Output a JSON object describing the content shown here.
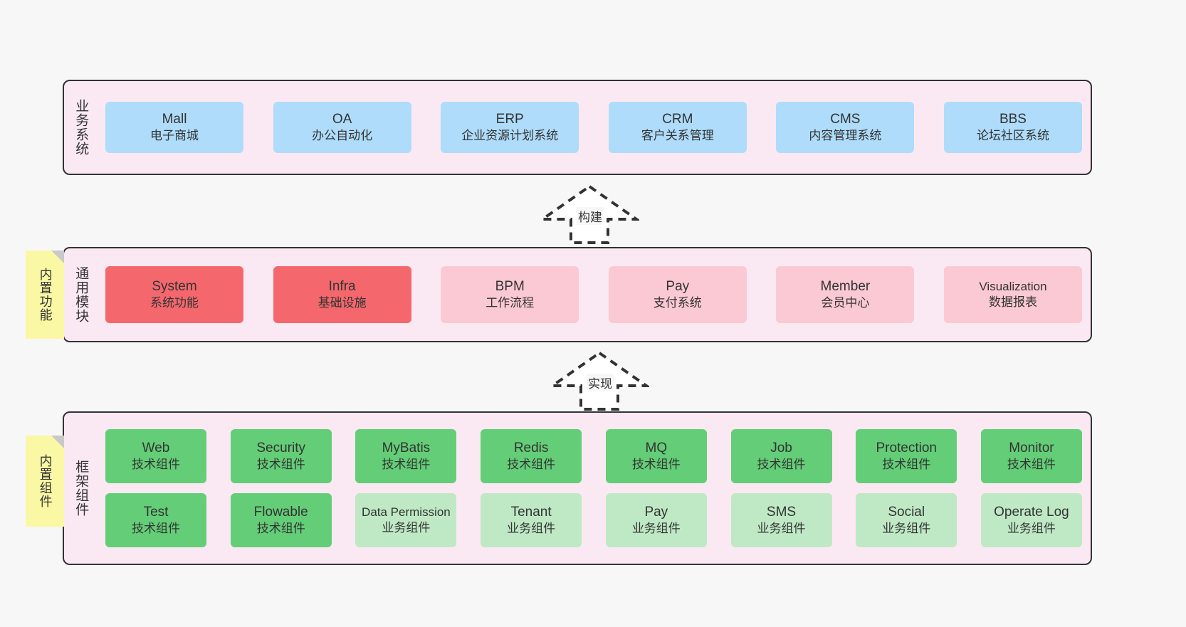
{
  "layers": {
    "business": {
      "label": "业务系统",
      "items": [
        {
          "name": "Mall",
          "desc": "电子商城"
        },
        {
          "name": "OA",
          "desc": "办公自动化"
        },
        {
          "name": "ERP",
          "desc": "企业资源计划系统"
        },
        {
          "name": "CRM",
          "desc": "客户关系管理"
        },
        {
          "name": "CMS",
          "desc": "内容管理系统"
        },
        {
          "name": "BBS",
          "desc": "论坛社区系统"
        }
      ]
    },
    "modules": {
      "label": "通用模块",
      "tag": "内置功能",
      "items": [
        {
          "name": "System",
          "desc": "系统功能",
          "tone": "strong"
        },
        {
          "name": "Infra",
          "desc": "基础设施",
          "tone": "strong"
        },
        {
          "name": "BPM",
          "desc": "工作流程",
          "tone": "soft"
        },
        {
          "name": "Pay",
          "desc": "支付系统",
          "tone": "soft"
        },
        {
          "name": "Member",
          "desc": "会员中心",
          "tone": "soft"
        },
        {
          "name": "Visualization",
          "desc": "数据报表",
          "tone": "soft"
        }
      ]
    },
    "framework": {
      "label": "框架组件",
      "tag": "内置组件",
      "row1": [
        {
          "name": "Web",
          "desc": "技术组件",
          "tone": "tech"
        },
        {
          "name": "Security",
          "desc": "技术组件",
          "tone": "tech"
        },
        {
          "name": "MyBatis",
          "desc": "技术组件",
          "tone": "tech"
        },
        {
          "name": "Redis",
          "desc": "技术组件",
          "tone": "tech"
        },
        {
          "name": "MQ",
          "desc": "技术组件",
          "tone": "tech"
        },
        {
          "name": "Job",
          "desc": "技术组件",
          "tone": "tech"
        },
        {
          "name": "Protection",
          "desc": "技术组件",
          "tone": "tech"
        },
        {
          "name": "Monitor",
          "desc": "技术组件",
          "tone": "tech"
        }
      ],
      "row2": [
        {
          "name": "Test",
          "desc": "技术组件",
          "tone": "tech"
        },
        {
          "name": "Flowable",
          "desc": "技术组件",
          "tone": "tech"
        },
        {
          "name": "Data Permission",
          "desc": "业务组件",
          "tone": "biz"
        },
        {
          "name": "Tenant",
          "desc": "业务组件",
          "tone": "biz"
        },
        {
          "name": "Pay",
          "desc": "业务组件",
          "tone": "biz"
        },
        {
          "name": "SMS",
          "desc": "业务组件",
          "tone": "biz"
        },
        {
          "name": "Social",
          "desc": "业务组件",
          "tone": "biz"
        },
        {
          "name": "Operate Log",
          "desc": "业务组件",
          "tone": "biz"
        }
      ]
    }
  },
  "arrows": [
    {
      "label": "构建"
    },
    {
      "label": "实现"
    }
  ],
  "colors": {
    "background": "#f7f7f7",
    "band_fill": "#fae9f3",
    "band_border": "#333333",
    "business_card": "#aedcfa",
    "module_strong": "#f4686d",
    "module_soft": "#fbc9d3",
    "component_tech": "#63ce77",
    "component_biz": "#bfe9c5",
    "note_fill": "#fbf8a5",
    "text": "#333333"
  }
}
